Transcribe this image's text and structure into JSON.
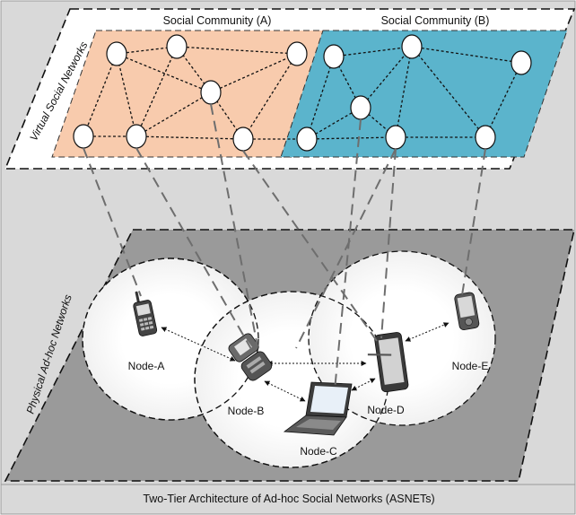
{
  "caption": "Two-Tier Architecture of Ad-hoc Social Networks (ASNETs)",
  "virtual_tier": {
    "label": "Virtual Social Networks",
    "communities": [
      {
        "label": "Social Community (A)",
        "color": "#f8cbad"
      },
      {
        "label": "Social Community (B)",
        "color": "#5bb4cc"
      }
    ]
  },
  "physical_tier": {
    "label": "Physical Ad-hoc Networks",
    "plane_color": "#9a9a9a",
    "nodes": [
      {
        "label": "Node-A",
        "device": "cell-phone-icon"
      },
      {
        "label": "Node-B",
        "device": "flip-phone-icon"
      },
      {
        "label": "Node-C",
        "device": "laptop-icon"
      },
      {
        "label": "Node-D",
        "device": "tablet-icon"
      },
      {
        "label": "Node-E",
        "device": "pda-icon"
      }
    ]
  }
}
